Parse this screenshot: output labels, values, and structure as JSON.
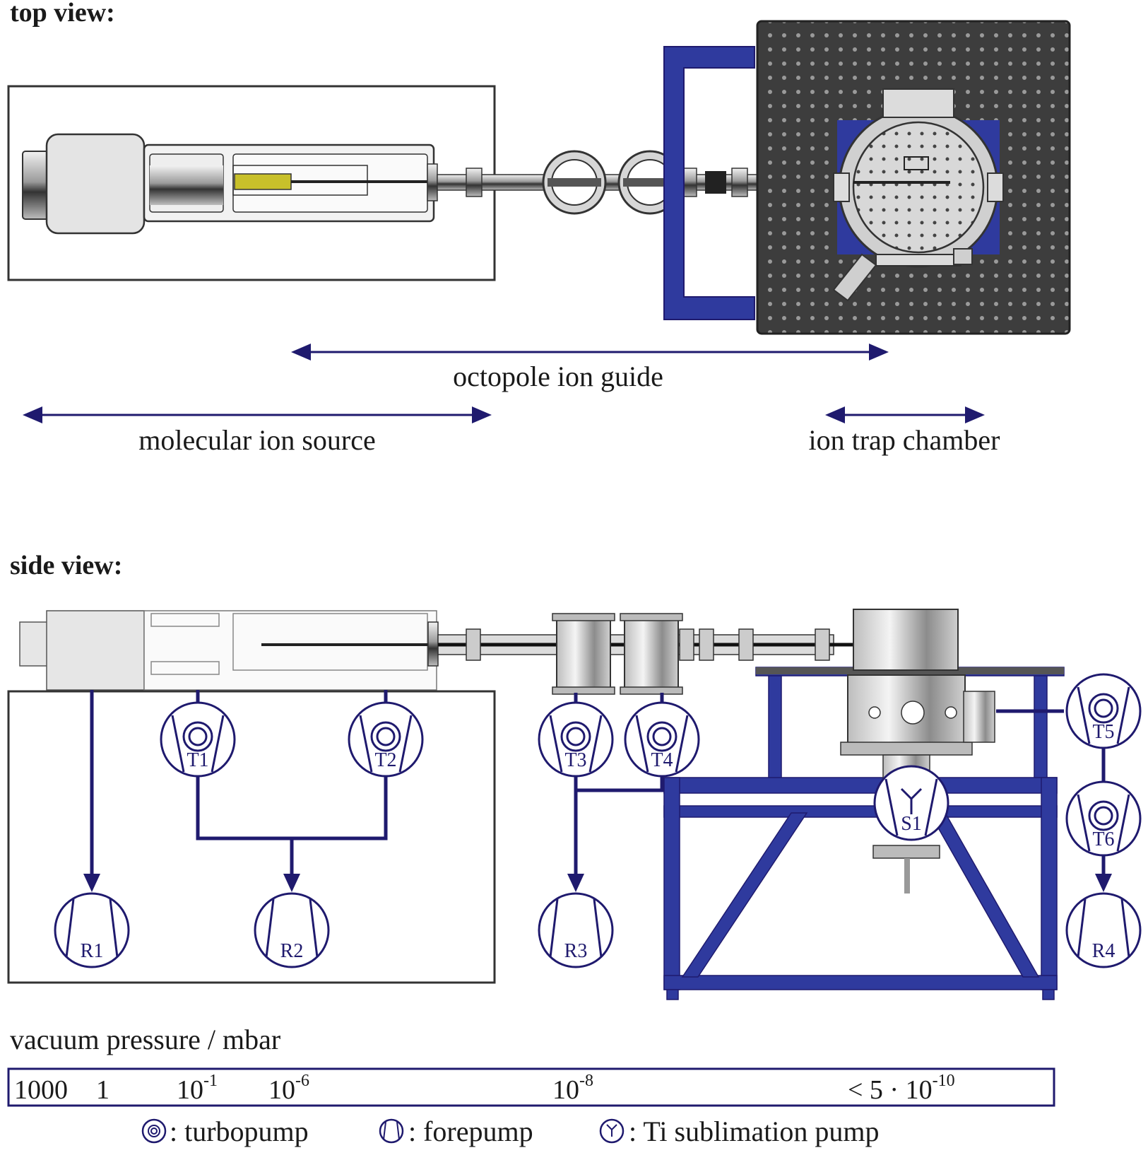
{
  "colors": {
    "navy": "#1f1a6e",
    "frame_blue": "#2f3a9e",
    "metal": "#c9c9c9",
    "table_dark": "#3a3a3a",
    "yellow": "#c8c02a"
  },
  "headings": {
    "top": "top view:",
    "side": "side view:"
  },
  "regions": {
    "octopole": "octopole ion guide",
    "source": "molecular ion source",
    "trap": "ion trap chamber"
  },
  "pumps": [
    {
      "id": "T1",
      "kind": "turbopump",
      "label": "T1"
    },
    {
      "id": "T2",
      "kind": "turbopump",
      "label": "T2"
    },
    {
      "id": "T3",
      "kind": "turbopump",
      "label": "T3"
    },
    {
      "id": "T4",
      "kind": "turbopump",
      "label": "T4"
    },
    {
      "id": "T5",
      "kind": "turbopump",
      "label": "T5"
    },
    {
      "id": "T6",
      "kind": "turbopump",
      "label": "T6"
    },
    {
      "id": "S1",
      "kind": "Ti sublimation pump",
      "label": "S1"
    },
    {
      "id": "R1",
      "kind": "forepump",
      "label": "R1"
    },
    {
      "id": "R2",
      "kind": "forepump",
      "label": "R2"
    },
    {
      "id": "R3",
      "kind": "forepump",
      "label": "R3"
    },
    {
      "id": "R4",
      "kind": "forepump",
      "label": "R4"
    }
  ],
  "pressure": {
    "title": "vacuum pressure / mbar",
    "v1000": "1000",
    "v1": "1",
    "v3_base": "10",
    "v3_exp": "-1",
    "v4_base": "10",
    "v4_exp": "-6",
    "v5_base": "10",
    "v5_exp": "-8",
    "v6_pre": "< 5 · 10",
    "v6_exp": "-10"
  },
  "legend": {
    "turbo": ": turbopump",
    "fore": ": forepump",
    "ti": ": Ti sublimation pump"
  }
}
